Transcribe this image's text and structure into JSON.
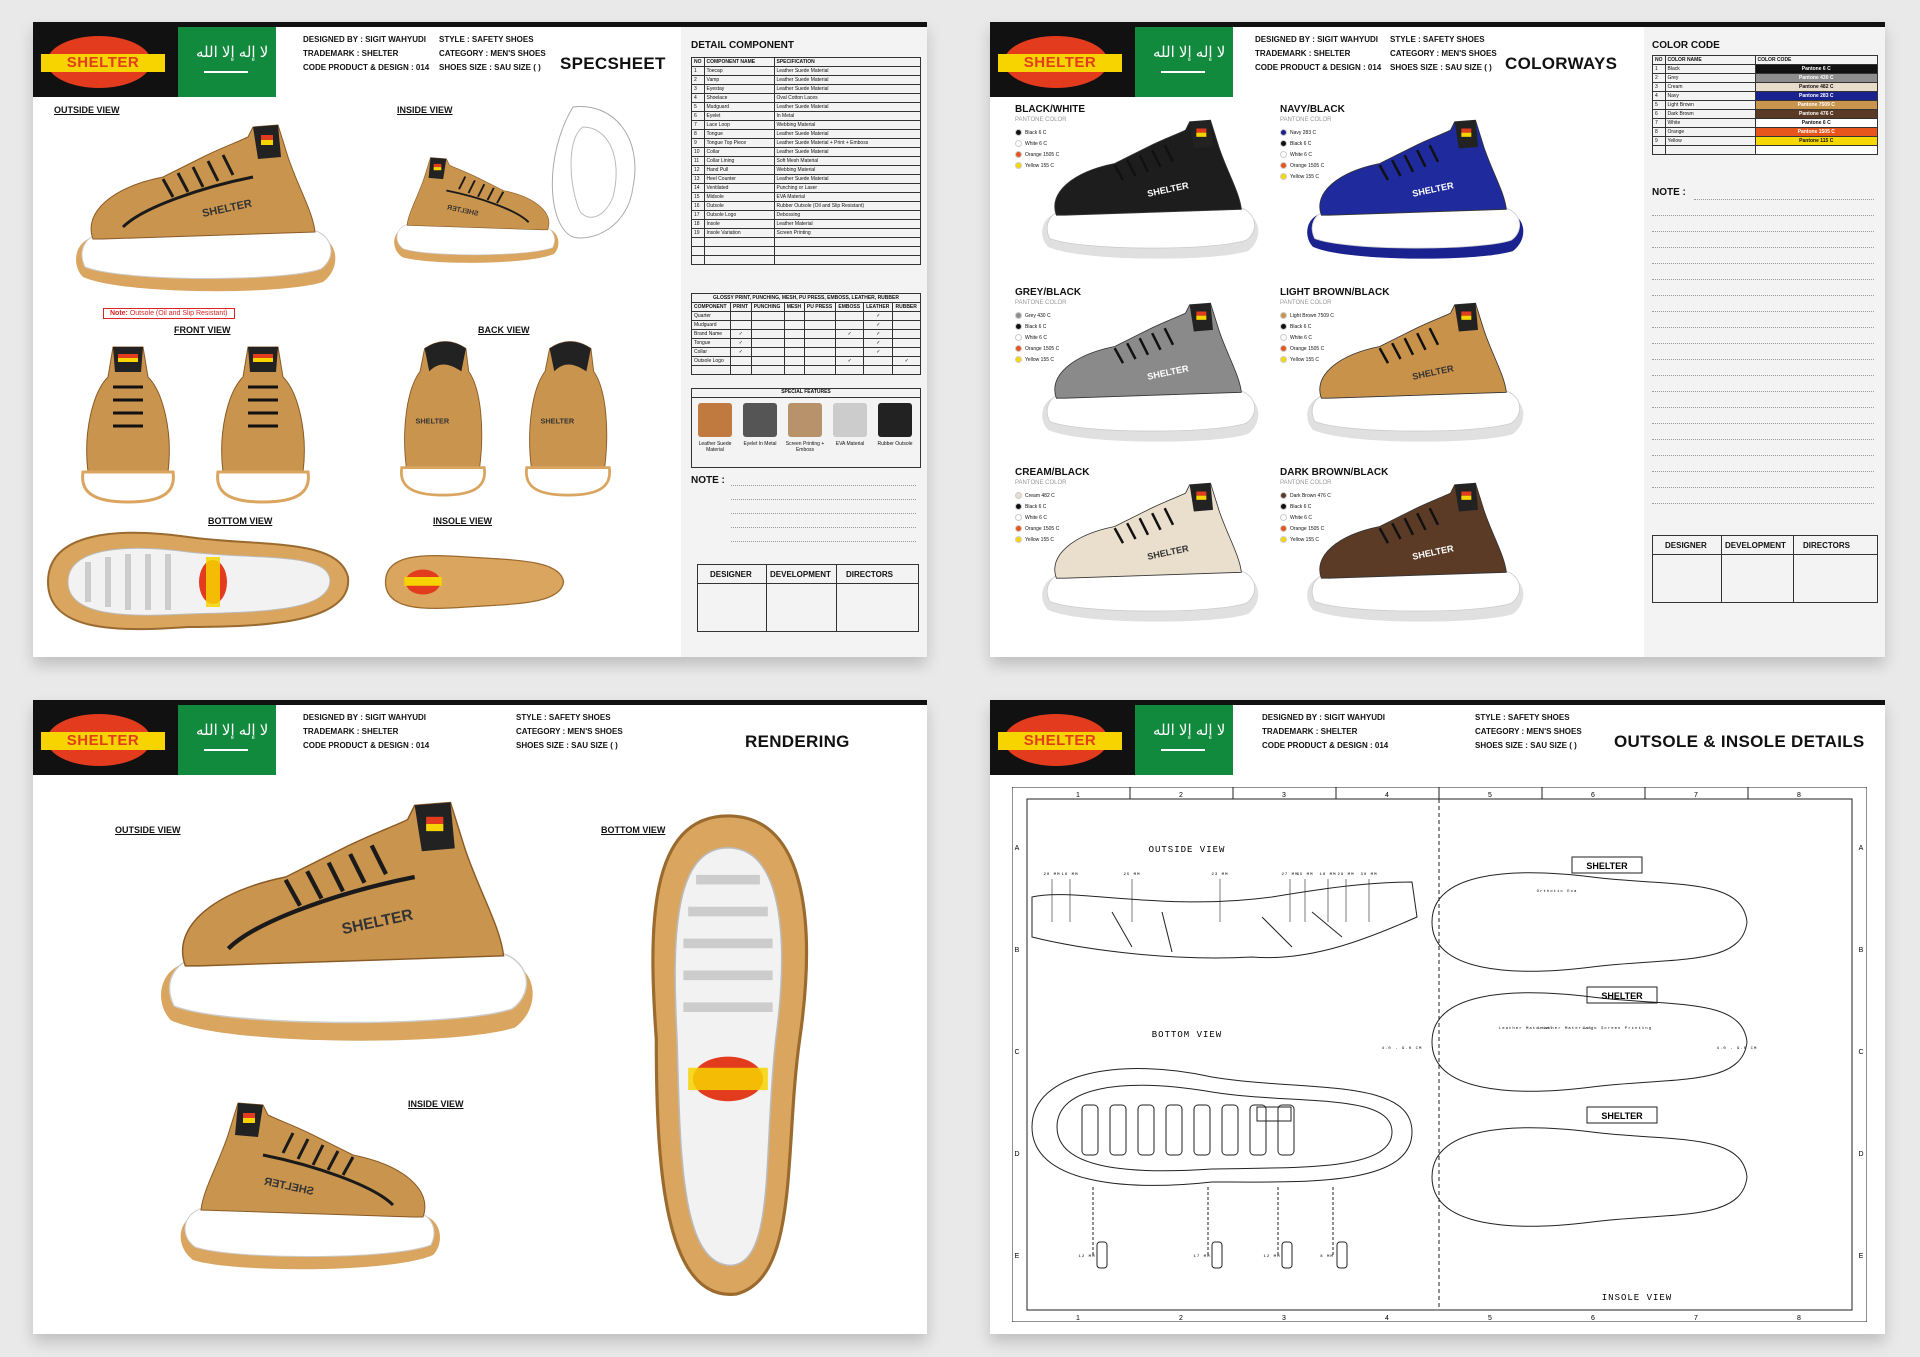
{
  "brand": {
    "logo_text": "SHELTER",
    "flag_text": "لا إله إلا الله"
  },
  "meta": {
    "designer_a": "DESIGNED BY : SIGIT WAHYUDI",
    "designer_b": "DESIGNED BY : SIGIT WAHYUDI",
    "trademark": "TRADEMARK : SHELTER",
    "code_a": "CODE PRODUCT & DESIGN : 014",
    "code_b": "CODE PRODUCT & DESIGN : 014",
    "style": "STYLE : SAFETY SHOES",
    "category": "CATEGORY : MEN'S SHOES",
    "size": "SHOES SIZE : SAU SIZE (  )"
  },
  "sheets": {
    "spec": "SPECSHEET",
    "colorways": "COLORWAYS",
    "rendering": "RENDERING",
    "outsole": "OUTSOLE & INSOLE DETAILS"
  },
  "views": {
    "outside": "OUTSIDE VIEW",
    "inside": "INSIDE VIEW",
    "front": "FRONT VIEW",
    "back": "BACK VIEW",
    "bottom": "BOTTOM VIEW",
    "insole": "INSOLE VIEW"
  },
  "spec_note": {
    "label": "Note:",
    "text": "Outsole (Oil and Slip Resistant)"
  },
  "detail": {
    "title": "DETAIL COMPONENT",
    "headers": [
      "NO",
      "COMPONENT NAME",
      "SPECIFICATION"
    ],
    "rows": [
      [
        "1",
        "Toecap",
        "Leather Suede Material"
      ],
      [
        "2",
        "Vamp",
        "Leather Suede Material"
      ],
      [
        "3",
        "Eyestay",
        "Leather Suede Material"
      ],
      [
        "4",
        "Shoelace",
        "Oval Cotton Laces"
      ],
      [
        "5",
        "Mudguard",
        "Leather Suede Material"
      ],
      [
        "6",
        "Eyelet",
        "In Metal"
      ],
      [
        "7",
        "Lace Loop",
        "Webbing Material"
      ],
      [
        "8",
        "Tongue",
        "Leather Suede Material"
      ],
      [
        "9",
        "Tongue Top Piece",
        "Leather Suede Material + Print + Emboss"
      ],
      [
        "10",
        "Collar",
        "Leather Suede Material"
      ],
      [
        "11",
        "Collar Lining",
        "Soft Mesh Material"
      ],
      [
        "12",
        "Hand Pull",
        "Webbing Material"
      ],
      [
        "13",
        "Heel Counter",
        "Leather Suede Material"
      ],
      [
        "14",
        "Ventilated",
        "Punching or Laser"
      ],
      [
        "15",
        "Midsole",
        "EVA Material"
      ],
      [
        "16",
        "Outsole",
        "Rubber Outsole (Oil and Slip Resistant)"
      ],
      [
        "17",
        "Outsole Logo",
        "Debossing"
      ],
      [
        "18",
        "Insole",
        "Leather Material"
      ],
      [
        "19",
        "Insole Variation",
        "Screen Printing"
      ],
      [
        "",
        ""
      ],
      [
        "",
        ""
      ],
      [
        "",
        ""
      ]
    ]
  },
  "process": {
    "title": "GLOSSY PRINT, PUNCHING, MESH, PU PRESS, EMBOSS, LEATHER, RUBBER",
    "headers": [
      "COMPONENT",
      "PRINT",
      "PUNCHING",
      "MESH",
      "PU PRESS",
      "EMBOSS",
      "LEATHER",
      "RUBBER"
    ],
    "rows": [
      [
        "Quarter",
        "",
        "",
        "",
        "",
        "",
        "✓",
        ""
      ],
      [
        "Mudguard",
        "",
        "",
        "",
        "",
        "",
        "✓",
        ""
      ],
      [
        "Brand Name",
        "✓",
        "",
        "",
        "",
        "✓",
        "✓",
        ""
      ],
      [
        "Tongue",
        "✓",
        "",
        "",
        "",
        "",
        "✓",
        ""
      ],
      [
        "Collar",
        "✓",
        "",
        "",
        "",
        "",
        "✓",
        ""
      ],
      [
        "Outsole Logo",
        "",
        "",
        "",
        "",
        "✓",
        "",
        "✓"
      ]
    ]
  },
  "features": {
    "title": "SPECIAL FEATURES",
    "items": [
      "Leather Suede Material",
      "Eyelet In Metal",
      "Screen Printing + Emboss",
      "EVA Material",
      "Rubber Outsole"
    ]
  },
  "note_label": "NOTE :",
  "signoff": [
    "DESIGNER",
    "DEVELOPMENT",
    "DIRECTORS"
  ],
  "pantone_label": "PANTONE COLOR",
  "colorways": [
    {
      "name": "BLACK/WHITE",
      "swatches": [
        [
          "Black 6 C",
          "#111111"
        ],
        [
          "White 6 C",
          "#ffffff"
        ],
        [
          "Orange 1505 C",
          "#e8551c"
        ],
        [
          "Yellow 155 C",
          "#f5d800"
        ]
      ],
      "upper": "#1d1d1d"
    },
    {
      "name": "NAVY/BLACK",
      "swatches": [
        [
          "Navy 283 C",
          "#1a2290"
        ],
        [
          "Black 6 C",
          "#111111"
        ],
        [
          "White 6 C",
          "#ffffff"
        ],
        [
          "Orange 1505 C",
          "#e8551c"
        ],
        [
          "Yellow 155 C",
          "#f5d800"
        ]
      ],
      "upper": "#1f2a9c"
    },
    {
      "name": "GREY/BLACK",
      "swatches": [
        [
          "Grey 430 C",
          "#8e8e8e"
        ],
        [
          "Black 6 C",
          "#111111"
        ],
        [
          "White 6 C",
          "#ffffff"
        ],
        [
          "Orange 1505 C",
          "#e8551c"
        ],
        [
          "Yellow 155 C",
          "#f5d800"
        ]
      ],
      "upper": "#8a8a8a"
    },
    {
      "name": "LIGHT BROWN/BLACK",
      "swatches": [
        [
          "Light Brown 7509 C",
          "#c9944d"
        ],
        [
          "Black 6 C",
          "#111111"
        ],
        [
          "White 6 C",
          "#ffffff"
        ],
        [
          "Orange 1505 C",
          "#e8551c"
        ],
        [
          "Yellow 155 C",
          "#f5d800"
        ]
      ],
      "upper": "#c8924a"
    },
    {
      "name": "CREAM/BLACK",
      "swatches": [
        [
          "Cream 482 C",
          "#e8dccb"
        ],
        [
          "Black 6 C",
          "#111111"
        ],
        [
          "White 6 C",
          "#ffffff"
        ],
        [
          "Orange 1505 C",
          "#e8551c"
        ],
        [
          "Yellow 155 C",
          "#f5d800"
        ]
      ],
      "upper": "#eadfcd"
    },
    {
      "name": "DARK BROWN/BLACK",
      "swatches": [
        [
          "Dark Brown 476 C",
          "#5a3a25"
        ],
        [
          "Black 6 C",
          "#111111"
        ],
        [
          "White 6 C",
          "#ffffff"
        ],
        [
          "Orange 1505 C",
          "#e8551c"
        ],
        [
          "Yellow 155 C",
          "#f5d800"
        ]
      ],
      "upper": "#5b3b26"
    }
  ],
  "colorcode": {
    "title": "COLOR CODE",
    "headers": [
      "NO",
      "COLOR NAME",
      "COLOR CODE"
    ],
    "rows": [
      [
        "1",
        "Black",
        "Pantone 6 C",
        "#111111",
        "#ffffff"
      ],
      [
        "2",
        "Grey",
        "Pantone 430 C",
        "#8e8e8e",
        "#ffffff"
      ],
      [
        "3",
        "Cream",
        "Pantone 482 C",
        "#e8dccb",
        "#111111"
      ],
      [
        "4",
        "Navy",
        "Pantone 283 C",
        "#1a2290",
        "#ffffff"
      ],
      [
        "5",
        "Light Brown",
        "Pantone 7509 C",
        "#c9944d",
        "#ffffff"
      ],
      [
        "6",
        "Dark Brown",
        "Pantone 476 C",
        "#5a3a25",
        "#ffffff"
      ],
      [
        "7",
        "White",
        "Pantone 6 C",
        "#ffffff",
        "#111111"
      ],
      [
        "8",
        "Orange",
        "Pantone 1505 C",
        "#e8551c",
        "#ffffff"
      ],
      [
        "9",
        "Yellow",
        "Pantone 115 C",
        "#f5d800",
        "#111111"
      ],
      [
        "",
        "",
        "",
        "#ffffff",
        "#111111"
      ]
    ]
  },
  "rendering_labels": {
    "outside": "OUTSIDE VIEW",
    "inside": "INSIDE VIEW",
    "bottom": "BOTTOM VIEW"
  },
  "tech": {
    "outside": "OUTSIDE VIEW",
    "bottom": "BOTTOM VIEW",
    "insole": "INSOLE VIEW",
    "cols": [
      "1",
      "2",
      "3",
      "4",
      "5",
      "6",
      "7",
      "8"
    ],
    "rows": [
      "A",
      "B",
      "C",
      "D",
      "E"
    ],
    "dims": [
      "20 MM",
      "16 MM",
      "25 MM",
      "23 MM",
      "27 MM",
      "35 MM",
      "18 MM",
      "28 MM",
      "30 MM"
    ],
    "labels": [
      "Orthotic Eva",
      "Leather Material",
      "Leather Material",
      "Logo Screen Printing",
      "4.0 - 9.0 CM",
      "4.0 - 9.0 CM"
    ],
    "small_dims": [
      "12 MM",
      "17 MM",
      "12 MM",
      "8 MM"
    ]
  },
  "colors": {
    "tan": "#c9944d",
    "tan_dark": "#9b6a2e",
    "sole_gum": "#d9a55f",
    "accent_red": "#e23b1e",
    "accent_yellow": "#f7d400",
    "flag_green": "#128a3d"
  }
}
